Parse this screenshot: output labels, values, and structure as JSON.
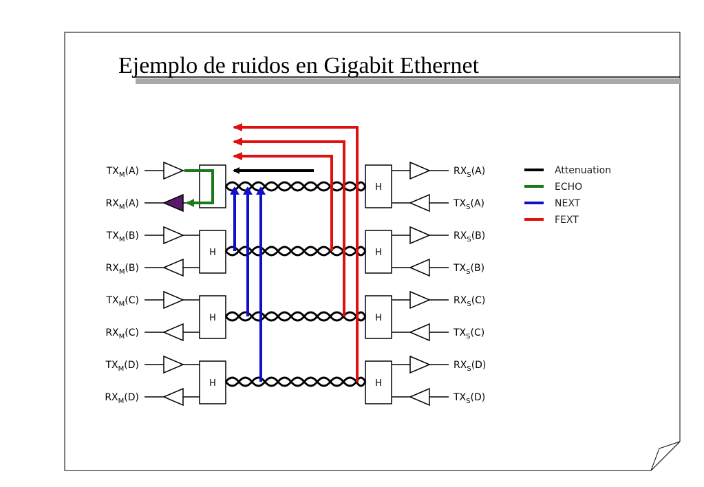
{
  "title": "Ejemplo de ruidos en Gigabit Ethernet",
  "hybrid_label": "H",
  "master_ports": [
    {
      "base": "TX",
      "sub": "M",
      "pair": "(A)"
    },
    {
      "base": "RX",
      "sub": "M",
      "pair": "(A)"
    },
    {
      "base": "TX",
      "sub": "M",
      "pair": "(B)"
    },
    {
      "base": "RX",
      "sub": "M",
      "pair": "(B)"
    },
    {
      "base": "TX",
      "sub": "M",
      "pair": "(C)"
    },
    {
      "base": "RX",
      "sub": "M",
      "pair": "(C)"
    },
    {
      "base": "TX",
      "sub": "M",
      "pair": "(D)"
    },
    {
      "base": "RX",
      "sub": "M",
      "pair": "(D)"
    }
  ],
  "slave_ports": [
    {
      "base": "RX",
      "sub": "S",
      "pair": "(A)"
    },
    {
      "base": "TX",
      "sub": "S",
      "pair": "(A)"
    },
    {
      "base": "RX",
      "sub": "S",
      "pair": "(B)"
    },
    {
      "base": "TX",
      "sub": "S",
      "pair": "(B)"
    },
    {
      "base": "RX",
      "sub": "S",
      "pair": "(C)"
    },
    {
      "base": "TX",
      "sub": "S",
      "pair": "(C)"
    },
    {
      "base": "RX",
      "sub": "S",
      "pair": "(D)"
    },
    {
      "base": "TX",
      "sub": "S",
      "pair": "(D)"
    }
  ],
  "legend": [
    {
      "label": "Attenuation",
      "color": "#000000"
    },
    {
      "label": "ECHO",
      "color": "#1a7a1a"
    },
    {
      "label": "NEXT",
      "color": "#1010c8"
    },
    {
      "label": "FEXT",
      "color": "#e01010"
    }
  ],
  "colors": {
    "attenuation": "#000000",
    "echo": "#1a7a1a",
    "next": "#1010c8",
    "fext": "#e01010",
    "receiver_fill": "#5a1a6a",
    "title_bar": "#a8a8a8"
  }
}
